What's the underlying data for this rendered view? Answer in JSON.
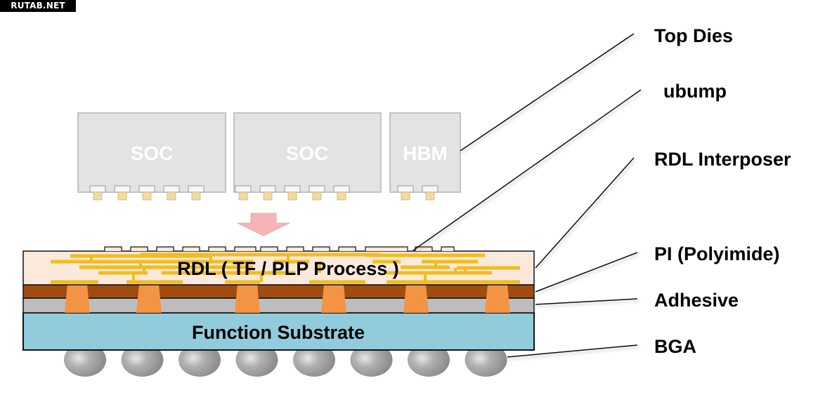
{
  "watermark": "RUTAB.NET",
  "dies": [
    {
      "name": "SOC",
      "bumps": 5
    },
    {
      "name": "SOC",
      "bumps": 5
    },
    {
      "name": "HBM",
      "bumps": 2
    }
  ],
  "layers": {
    "rdl": "RDL ( TF / PLP Process )",
    "substrate": "Function Substrate"
  },
  "callouts": [
    {
      "id": "top-dies",
      "text": "Top Dies"
    },
    {
      "id": "ubump",
      "text": "ubump"
    },
    {
      "id": "rdl-interposer",
      "text": "RDL Interposer"
    },
    {
      "id": "pi",
      "text": "PI (Polyimide)"
    },
    {
      "id": "adhesive",
      "text": "Adhesive"
    },
    {
      "id": "bga",
      "text": "BGA"
    }
  ],
  "bga_ball_count": 8,
  "via_count": 6,
  "colors": {
    "die_fill": "#e3e3e3",
    "die_border": "#b5b5b5",
    "ubump_pad": "#f6f6f6",
    "ubump": "#f1dc9c",
    "arrow": "#f7b3b8",
    "rdl_fill": "#fbe9dc",
    "rdl_trace": "#f2bd1c",
    "pi": "#a04c10",
    "adhesive": "#bdbdbd",
    "via": "#f39444",
    "substrate": "#92ccdc",
    "bga": "#a8a8a8"
  }
}
